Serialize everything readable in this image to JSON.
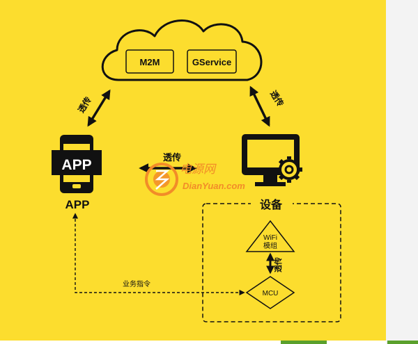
{
  "cloud": {
    "box_left_label": "M2M",
    "box_right_label": "GService"
  },
  "links": {
    "cloud_app_label": "透传",
    "cloud_device_label": "透传",
    "app_device_label": "透传",
    "wifi_mcu_label": "透传",
    "mcu_app_label": "业务指令"
  },
  "app": {
    "phone_screen_text": "APP",
    "caption": "APP"
  },
  "device": {
    "caption": "设备",
    "wifi_line1": "WiFi",
    "wifi_line2": "模组",
    "mcu_label": "MCU"
  },
  "watermark": {
    "cn": "电源网",
    "en": "DianYuan.com"
  },
  "colors": {
    "background": "#FCDD2E",
    "ink": "#111111",
    "watermark": "#F28C28"
  }
}
